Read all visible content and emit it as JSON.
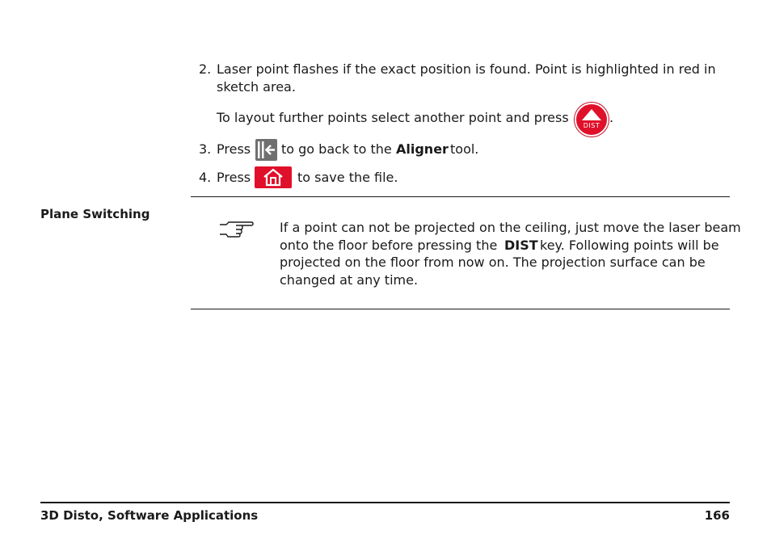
{
  "steps": {
    "step2": {
      "number": "2.",
      "line1": "Laser point flashes if the exact position is found. Point is highlighted in red in",
      "line2": "sketch area.",
      "note": "To layout further points select another point and press",
      "note_end": "."
    },
    "step3": {
      "number": "3.",
      "before": "Press",
      "after": "to go back to the",
      "bold": "Aligner",
      "end": "tool."
    },
    "step4": {
      "number": "4.",
      "before": "Press",
      "after": "to save the file."
    }
  },
  "section": {
    "heading": "Plane Switching",
    "note": {
      "line1": "If a point can not be projected on the ceiling, just move the laser beam",
      "line2_before": "onto the floor before pressing the",
      "line2_bold": "DIST",
      "line2_after": "key. Following points will be",
      "line3": "projected on the floor from now on. The projection surface can be",
      "line4": "changed at any time."
    }
  },
  "icons": {
    "dist_label": "DIST",
    "dist_icon": "dist-key-icon",
    "back_icon": "exit-back-icon",
    "home_icon": "home-save-icon",
    "hand_icon": "pointing-hand-icon",
    "accent_color": "#e0102a"
  },
  "footer": {
    "title": "3D Disto, Software Applications",
    "page_number": "166"
  }
}
